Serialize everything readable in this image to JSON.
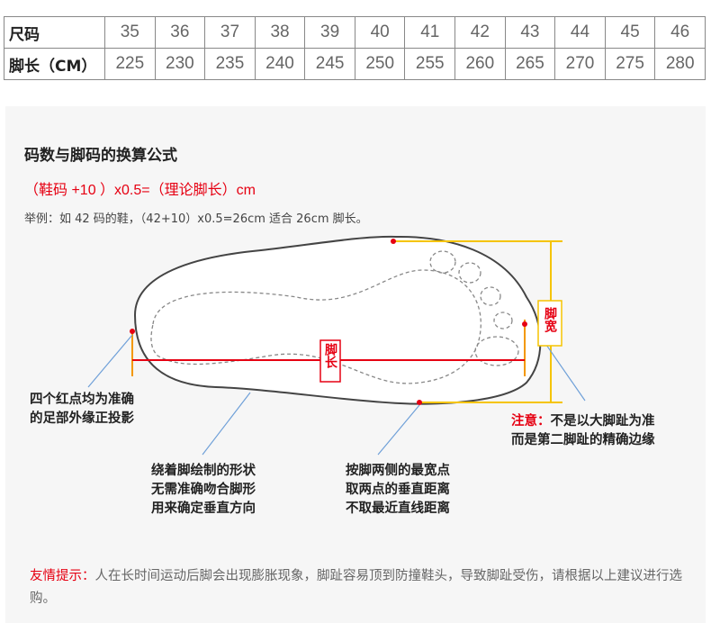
{
  "size_table": {
    "row1_label": "尺码",
    "row2_label": "脚长（CM）",
    "sizes": [
      "35",
      "36",
      "37",
      "38",
      "39",
      "40",
      "41",
      "42",
      "43",
      "44",
      "45",
      "46"
    ],
    "lengths": [
      "225",
      "230",
      "235",
      "240",
      "245",
      "250",
      "255",
      "260",
      "265",
      "270",
      "275",
      "280"
    ]
  },
  "title": "码数与脚码的换算公式",
  "formula": "（鞋码 +10 ）x0.5=（理论脚长）cm",
  "example": "举例：如 42 码的鞋，（42+10）x0.5=26cm 适合 26cm 脚长。",
  "diagram": {
    "length_label": "脚长",
    "width_label": "脚宽",
    "note_red_dots": [
      "四个红点均为准确",
      "的足部外缘正投影"
    ],
    "note_trace": [
      "绕着脚绘制的形状",
      "无需准确吻合脚形",
      "用来确定垂直方向"
    ],
    "note_width": [
      "按脚两侧的最宽点",
      "取两点的垂直距离",
      "不取最近直线距离"
    ],
    "warning_head": "注意：",
    "warning_lines": [
      "不是以大脚趾为准",
      "而是第二脚趾的精确边缘"
    ]
  },
  "tip": {
    "head": "友情提示：",
    "body": "人在长时间运动后脚会出现膨胀现象，脚趾容易顶到防撞鞋头，导致脚趾受伤，请根据以上建议进行选购。"
  },
  "colors": {
    "accent_red": "#e60012",
    "guide_yellow": "#f5c400",
    "callout_blue": "#6fa0d8"
  }
}
